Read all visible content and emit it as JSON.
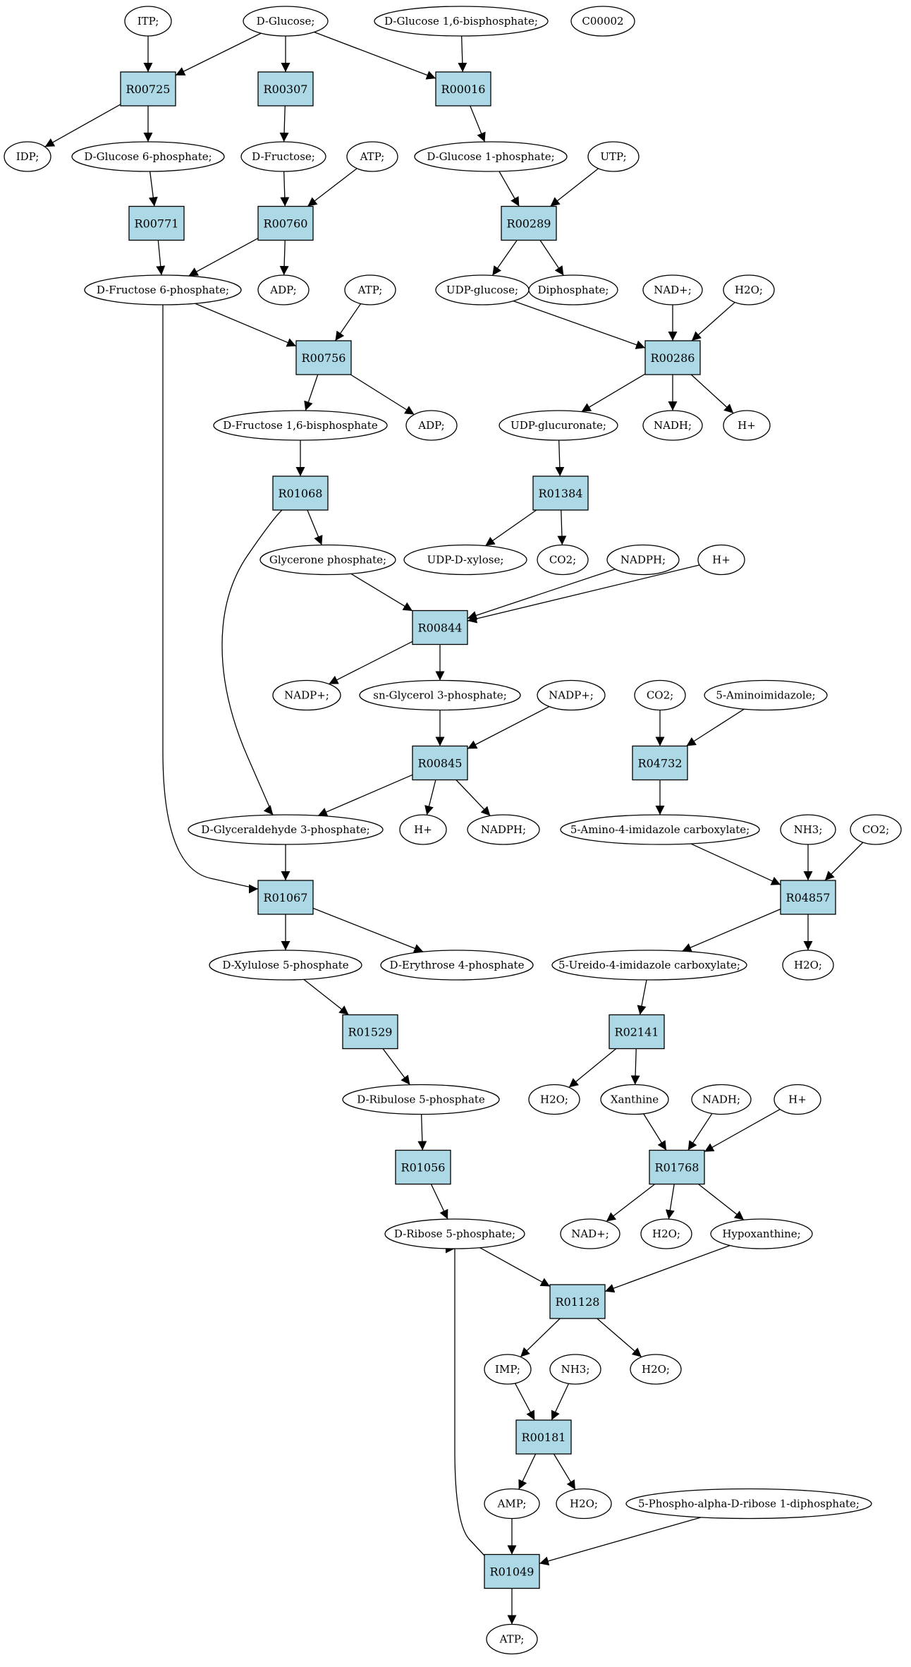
{
  "colors": {
    "reaction_fill": "#add8e6",
    "metabolite_fill": "#ffffff",
    "start_fill": "#00ee00",
    "target_fill": "#ffff00",
    "stroke": "#000000"
  },
  "metabolites": {
    "m_itp": "ITP;",
    "m_dglucose": "D-Glucose;",
    "m_glc16bp": "D-Glucose 1,6-bisphosphate;",
    "m_c00002": "C00002",
    "m_idp": "IDP;",
    "m_g6p": "D-Glucose 6-phosphate;",
    "m_dfructose": "D-Fructose;",
    "m_atp1": "ATP;",
    "m_g1p": "D-Glucose 1-phosphate;",
    "m_utp": "UTP;",
    "m_f6p": "D-Fructose 6-phosphate;",
    "m_adp1": "ADP;",
    "m_atp2": "ATP;",
    "m_udpglucose": "UDP-glucose;",
    "m_diphosphate": "Diphosphate;",
    "m_nadp1": "NAD+;",
    "m_h2o1": "H2O;",
    "m_fbp": "D-Fructose 1,6-bisphosphate",
    "m_adp2": "ADP;",
    "m_udpglucuronate": "UDP-glucuronate;",
    "m_nadh1": "NADH;",
    "m_h1": "H+",
    "m_glycerone": "Glycerone phosphate;",
    "m_udpxylose": "UDP-D-xylose;",
    "m_co2a": "CO2;",
    "m_nadph1": "NADPH;",
    "m_h2": "H+",
    "m_nadpplus1": "NADP+;",
    "m_g3p": "sn-Glycerol 3-phosphate;",
    "m_nadpplus2": "NADP+;",
    "m_co2b": "CO2;",
    "m_aminoimid": "5-Aminoimidazole;",
    "m_gap": "D-Glyceraldehyde 3-phosphate;",
    "m_h3": "H+",
    "m_nadph2": "NADPH;",
    "m_aicarb": "5-Amino-4-imidazole carboxylate;",
    "m_nh3a": "NH3;",
    "m_co2c": "CO2;",
    "m_x5p": "D-Xylulose 5-phosphate",
    "m_e4p": "D-Erythrose 4-phosphate",
    "m_uicarb": "5-Ureido-4-imidazole carboxylate;",
    "m_h2o2": "H2O;",
    "m_ru5p": "D-Ribulose 5-phosphate",
    "m_h2o3": "H2O;",
    "m_xanthine": "Xanthine",
    "m_nadh2": "NADH;",
    "m_h4": "H+",
    "m_r5p": "D-Ribose 5-phosphate;",
    "m_nadplus2": "NAD+;",
    "m_h2o4": "H2O;",
    "m_hypox": "Hypoxanthine;",
    "m_imp": "IMP;",
    "m_nh3b": "NH3;",
    "m_h2o5": "H2O;",
    "m_amp": "AMP;",
    "m_h2o6": "H2O;",
    "m_prpp": "5-Phospho-alpha-D-ribose 1-diphosphate;",
    "m_atp3": "ATP;"
  },
  "reactions": {
    "R00725": "R00725",
    "R00307": "R00307",
    "R00016": "R00016",
    "R00771": "R00771",
    "R00760": "R00760",
    "R00289": "R00289",
    "R00756": "R00756",
    "R00286": "R00286",
    "R01068": "R01068",
    "R01384": "R01384",
    "R00844": "R00844",
    "R00845": "R00845",
    "R04732": "R04732",
    "R01067": "R01067",
    "R04857": "R04857",
    "R01529": "R01529",
    "R02141": "R02141",
    "R01056": "R01056",
    "R01768": "R01768",
    "R01128": "R01128",
    "R00181": "R00181",
    "R01049": "R01049"
  }
}
